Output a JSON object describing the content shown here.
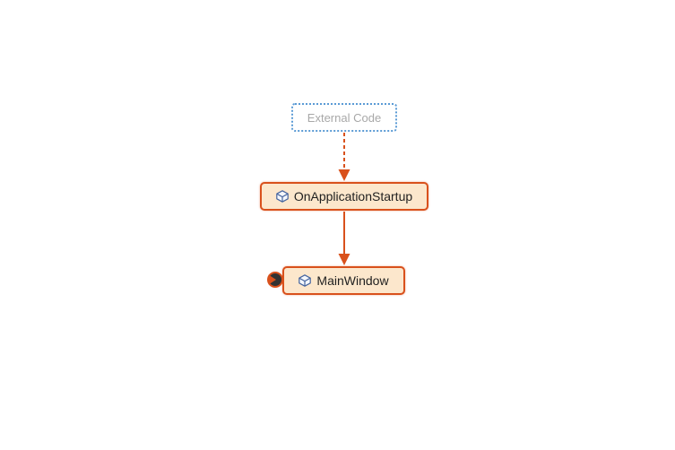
{
  "diagram": {
    "type": "dependency-graph",
    "background": "#ffffff",
    "nodes": {
      "external": {
        "label": "External Code",
        "kind": "external-group",
        "border_style": "dotted",
        "border_color": "#5b9bd5",
        "fill": "#ffffff",
        "text_color": "#a8a8a8"
      },
      "startup": {
        "label": "OnApplicationStartup",
        "kind": "method",
        "icon": "cube-icon",
        "border_color": "#d9511c",
        "fill": "#fce7cc",
        "text_color": "#1f1f1f"
      },
      "mainwindow": {
        "label": "MainWindow",
        "kind": "method",
        "icon": "cube-icon",
        "badge": "expand-incoming-icon",
        "border_color": "#d9511c",
        "fill": "#fce7cc",
        "text_color": "#1f1f1f"
      }
    },
    "edges": [
      {
        "from": "External Code",
        "to": "OnApplicationStartup",
        "style": "dashed",
        "color": "#d9511c"
      },
      {
        "from": "OnApplicationStartup",
        "to": "MainWindow",
        "style": "solid",
        "color": "#d9511c"
      }
    ],
    "icon_colors": {
      "cube_blue": "#46659f",
      "cube_fill": "#f4f7fc",
      "badge_dark": "#333333",
      "badge_ring": "#d9511c"
    }
  }
}
